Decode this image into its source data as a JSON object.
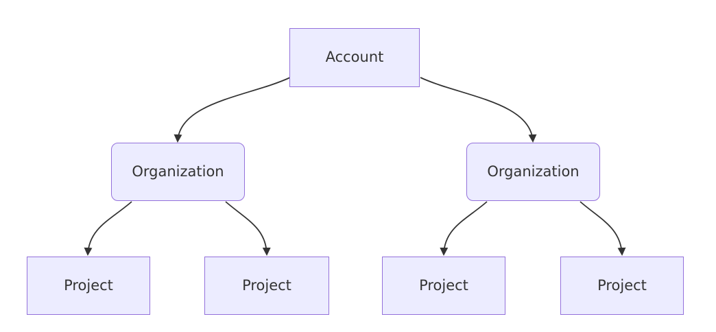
{
  "diagram": {
    "type": "flowchart-tree",
    "orientation": "top-down",
    "colors": {
      "node_fill": "#ECECFF",
      "node_border": "#9370DB",
      "edge_line": "#333333",
      "text": "#333333",
      "background": "#ffffff"
    },
    "nodes": {
      "account": {
        "label": "Account",
        "shape": "rectangle"
      },
      "org_left": {
        "label": "Organization",
        "shape": "rounded-rectangle"
      },
      "org_right": {
        "label": "Organization",
        "shape": "rounded-rectangle"
      },
      "project_1": {
        "label": "Project",
        "shape": "rectangle"
      },
      "project_2": {
        "label": "Project",
        "shape": "rectangle"
      },
      "project_3": {
        "label": "Project",
        "shape": "rectangle"
      },
      "project_4": {
        "label": "Project",
        "shape": "rectangle"
      }
    },
    "edges": [
      {
        "from": "account",
        "to": "org_left",
        "style": "curved",
        "arrowhead": "filled-triangle"
      },
      {
        "from": "account",
        "to": "org_right",
        "style": "curved",
        "arrowhead": "filled-triangle"
      },
      {
        "from": "org_left",
        "to": "project_1",
        "style": "curved",
        "arrowhead": "filled-triangle"
      },
      {
        "from": "org_left",
        "to": "project_2",
        "style": "curved",
        "arrowhead": "filled-triangle"
      },
      {
        "from": "org_right",
        "to": "project_3",
        "style": "curved",
        "arrowhead": "filled-triangle"
      },
      {
        "from": "org_right",
        "to": "project_4",
        "style": "curved",
        "arrowhead": "filled-triangle"
      }
    ]
  }
}
